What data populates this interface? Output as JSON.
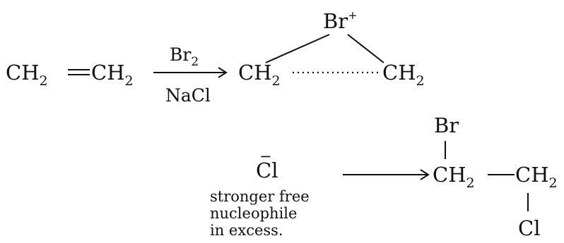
{
  "step1": {
    "reactant_left": "CH",
    "reactant_left_sub": "2",
    "reactant_right": "CH",
    "reactant_right_sub": "2",
    "reagent_above": "Br",
    "reagent_above_sub": "2",
    "reagent_below": "NaCl"
  },
  "bromonium": {
    "ion": "Br",
    "ion_sup": "+",
    "left": "CH",
    "left_sub": "2",
    "right": "CH",
    "right_sub": "2"
  },
  "step2": {
    "nucleophile": "Cl",
    "nucleophile_charge": "−",
    "note_lines": [
      "stronger free",
      "nucleophile",
      "in excess."
    ]
  },
  "product": {
    "top_substituent": "Br",
    "left": "CH",
    "left_sub": "2",
    "right": "CH",
    "right_sub": "2",
    "bottom_substituent": "Cl"
  }
}
